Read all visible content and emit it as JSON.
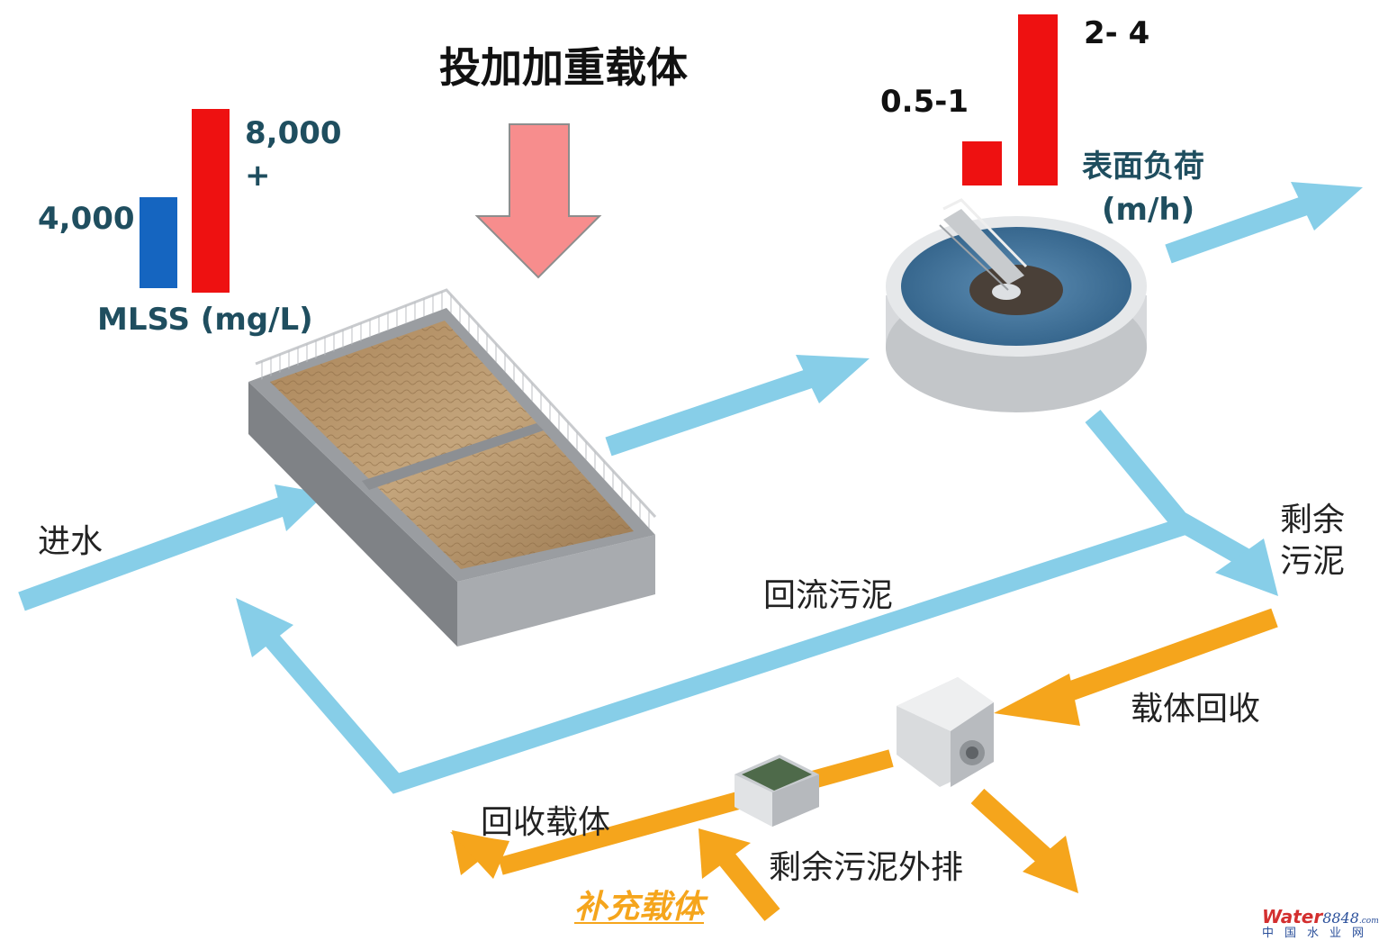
{
  "title": "投加加重载体",
  "mlss": {
    "low_value": "4,000",
    "high_value": "8,000",
    "plus": "+",
    "unit_label": "MLSS (mg/L)",
    "low_color": "#1565c0",
    "high_color": "#ee1111"
  },
  "surface_load": {
    "low_value": "0.5-1",
    "high_value": "2- 4",
    "label": "表面负荷",
    "unit": "(m/h)",
    "bar_color": "#ee1111"
  },
  "flows": {
    "inflow": "进水",
    "return_sludge": "回流污泥",
    "excess_sludge_line1": "剩余",
    "excess_sludge_line2": "污泥",
    "carrier_recovery": "载体回收",
    "recovered_carrier": "回收载体",
    "excess_sludge_discharge": "剩余污泥外排",
    "supplement_carrier": "补充载体"
  },
  "colors": {
    "water_flow": "#87cee8",
    "carrier_flow": "#f5a51c",
    "dosing_arrow": "#f78d8d",
    "tank_wall": "#8a8d91",
    "sludge": "#b08e63",
    "clarifier_water": "#3c6e94"
  },
  "watermark": {
    "brand": "Water",
    "number": "8848",
    "suffix": ".com",
    "subtitle": "中国水业网"
  }
}
